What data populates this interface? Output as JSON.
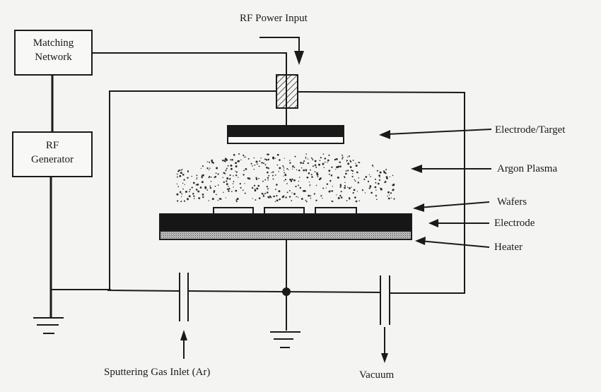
{
  "diagram": {
    "title": "RF Sputtering System",
    "boxes": {
      "matching_network": "Matching Network",
      "matching_network_line1": "Matching",
      "matching_network_line2": "Network",
      "rf_generator_line1": "RF",
      "rf_generator_line2": "Generator"
    },
    "labels": {
      "rf_power_input": "RF Power Input",
      "electrode_target": "Electrode/Target",
      "argon_plasma": "Argon Plasma",
      "wafers": "Wafers",
      "electrode": "Electrode",
      "heater": "Heater",
      "sputtering_gas_inlet": "Sputtering Gas Inlet (Ar)",
      "vacuum": "Vacuum"
    },
    "colors": {
      "line": "#1a1a1a",
      "background": "#f4f4f2",
      "heater_fill": "#9a9a9a"
    }
  }
}
